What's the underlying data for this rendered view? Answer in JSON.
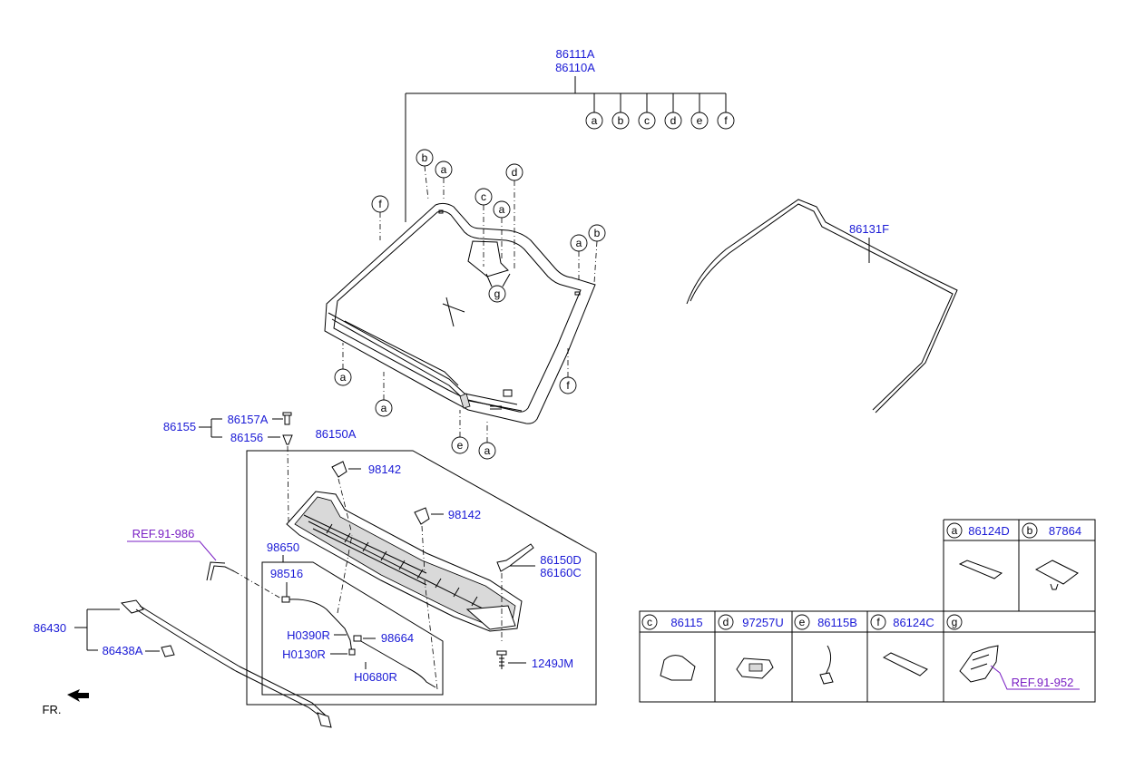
{
  "parts": {
    "windshield_a": "86111A",
    "windshield_b": "86110A",
    "molding": "86131F",
    "p86155": "86155",
    "p86157a": "86157A",
    "p86156": "86156",
    "cowl": "86150A",
    "p98142_1": "98142",
    "p98142_2": "98142",
    "p86150d": "86150D",
    "p86160c": "86160C",
    "p98650": "98650",
    "p98516": "98516",
    "h0390r": "H0390R",
    "h0130r": "H0130R",
    "p98664": "98664",
    "h0680r": "H0680R",
    "p1249jm": "1249JM",
    "p86430": "86430",
    "p86438a": "86438A",
    "ref_986": "REF.91-986",
    "fr": "FR."
  },
  "callouts": {
    "a": "a",
    "b": "b",
    "c": "c",
    "d": "d",
    "e": "e",
    "f": "f",
    "g": "g"
  },
  "table": {
    "a": {
      "letter": "a",
      "part": "86124D"
    },
    "b": {
      "letter": "b",
      "part": "87864"
    },
    "c": {
      "letter": "c",
      "part": "86115"
    },
    "d": {
      "letter": "d",
      "part": "97257U"
    },
    "e": {
      "letter": "e",
      "part": "86115B"
    },
    "f": {
      "letter": "f",
      "part": "86124C"
    },
    "g": {
      "letter": "g",
      "ref": "REF.91-952"
    }
  }
}
